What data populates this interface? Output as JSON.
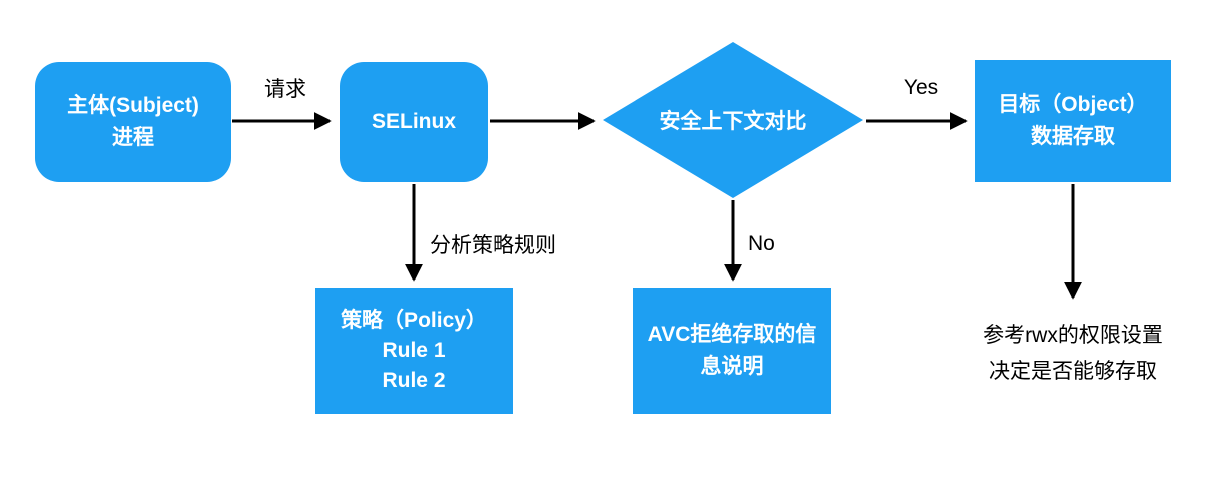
{
  "title": "SELinux access decision flowchart",
  "colors": {
    "node_fill": "#1E9FF2",
    "node_text": "#FFFFFF",
    "arrow": "#000000",
    "label_text": "#000000",
    "background": "#FFFFFF"
  },
  "nodes": {
    "subject": {
      "line1": "主体(Subject)",
      "line2": "进程"
    },
    "selinux": {
      "label": "SELinux"
    },
    "decision": {
      "label": "安全上下文对比"
    },
    "object": {
      "line1": "目标（Object）",
      "line2": "数据存取"
    },
    "policy": {
      "line1": "策略（Policy）",
      "line2": "Rule 1",
      "line3": "Rule 2"
    },
    "avc": {
      "line1": "AVC拒绝存取的信",
      "line2": "息说明"
    }
  },
  "edges": {
    "request_label": "请求",
    "yes_label": "Yes",
    "no_label": "No",
    "analyze_policy_label": "分析策略规则"
  },
  "notes": {
    "rwx": {
      "line1": "参考rwx的权限设置",
      "line2": "决定是否能够存取"
    }
  }
}
